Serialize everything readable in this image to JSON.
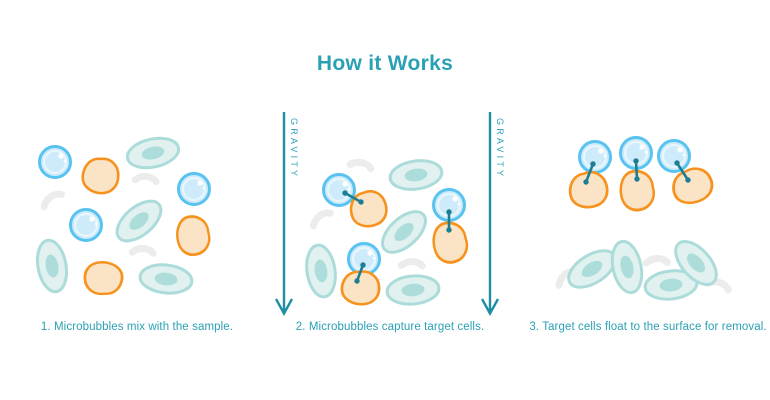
{
  "title": "How it Works",
  "gravity_label": "GRAVITY",
  "steps": [
    {
      "number": "1",
      "caption": "1. Microbubbles mix with the sample."
    },
    {
      "number": "2",
      "caption": "2. Microbubbles capture target cells."
    },
    {
      "number": "3",
      "caption": "3. Target cells float to the surface for removal."
    }
  ],
  "icons": {
    "microbubble": "blue-bubble-circle",
    "target_cell": "orange-blob-cell",
    "sample_cell": "teal-ellipse-cell-with-nucleus",
    "debris": "gray-crescent",
    "gravity_arrow": "downward-arrow"
  },
  "colors": {
    "background": "#FFFFFF",
    "accent_teal": "#2BA0B5",
    "arrow_teal": "#1E8FA3",
    "bond_teal": "#1C7E93",
    "bubble_stroke": "#58C2F0",
    "bubble_fill": "#CDEBFA",
    "target_cell_stroke": "#F6921E",
    "target_cell_fill": "#FBE4C5",
    "sample_cell_stroke": "#ACDCD9",
    "sample_cell_fill": "#E1F1F0",
    "sample_cell_nucleus": "#ACDDDA",
    "debris_gray": "#ECECEC"
  }
}
